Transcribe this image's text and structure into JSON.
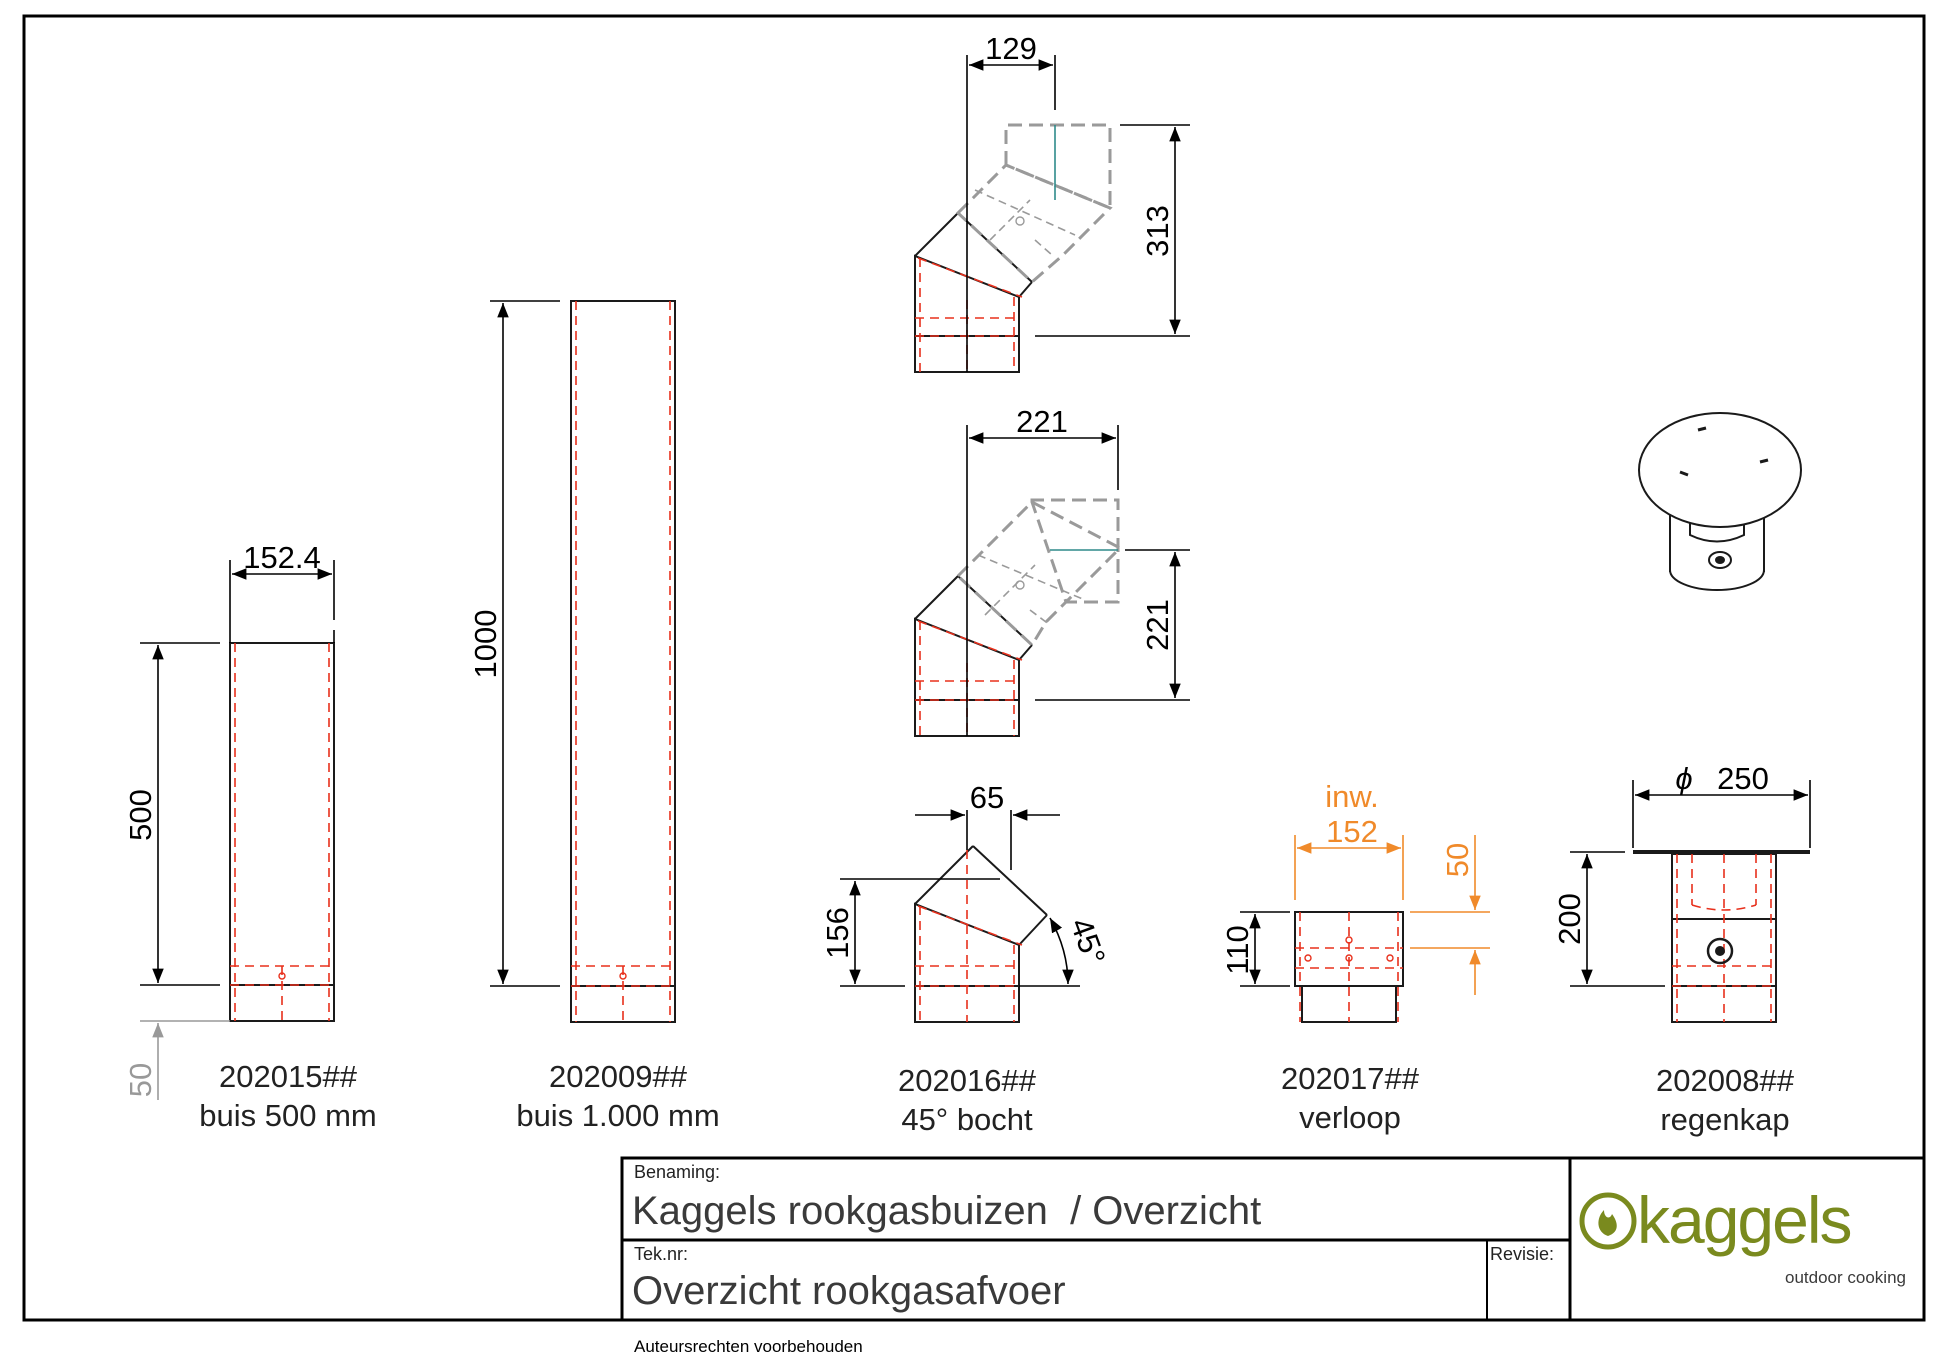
{
  "drawing": {
    "parts": [
      {
        "code": "202015##",
        "name": "buis 500 mm"
      },
      {
        "code": "202009##",
        "name": "buis 1.000 mm"
      },
      {
        "code": "202016##",
        "name": "45° bocht"
      },
      {
        "code": "202017##",
        "name": "verloop"
      },
      {
        "code": "202008##",
        "name": "regenkap"
      }
    ],
    "dimensions": {
      "pipe500_width": "152.4",
      "pipe500_height": "500",
      "pipe500_overlap": "50",
      "pipe1000_height": "1000",
      "bend_top_width": "129",
      "bend_top_height": "313",
      "bend_mid_width": "221",
      "bend_mid_height": "221",
      "bend_small_width": "65",
      "bend_small_height": "156",
      "bend_angle": "45°",
      "verloop_inner_label": "inw.",
      "verloop_inner_value": "152",
      "verloop_height": "110",
      "verloop_overlap": "50",
      "cap_diameter_symbol": "ϕ",
      "cap_diameter": "250",
      "cap_height": "200"
    }
  },
  "title_block": {
    "benaming_label": "Benaming:",
    "benaming_value": "Kaggels rookgasbuizen  / Overzicht",
    "teknr_label": "Tek.nr:",
    "teknr_value": "Overzicht rookgasafvoer",
    "revisie_label": "Revisie:"
  },
  "logo": {
    "brand": "kaggels",
    "tagline": "outdoor cooking",
    "color": "#7a8a1e"
  },
  "copyright": "Auteursrechten voorbehouden"
}
